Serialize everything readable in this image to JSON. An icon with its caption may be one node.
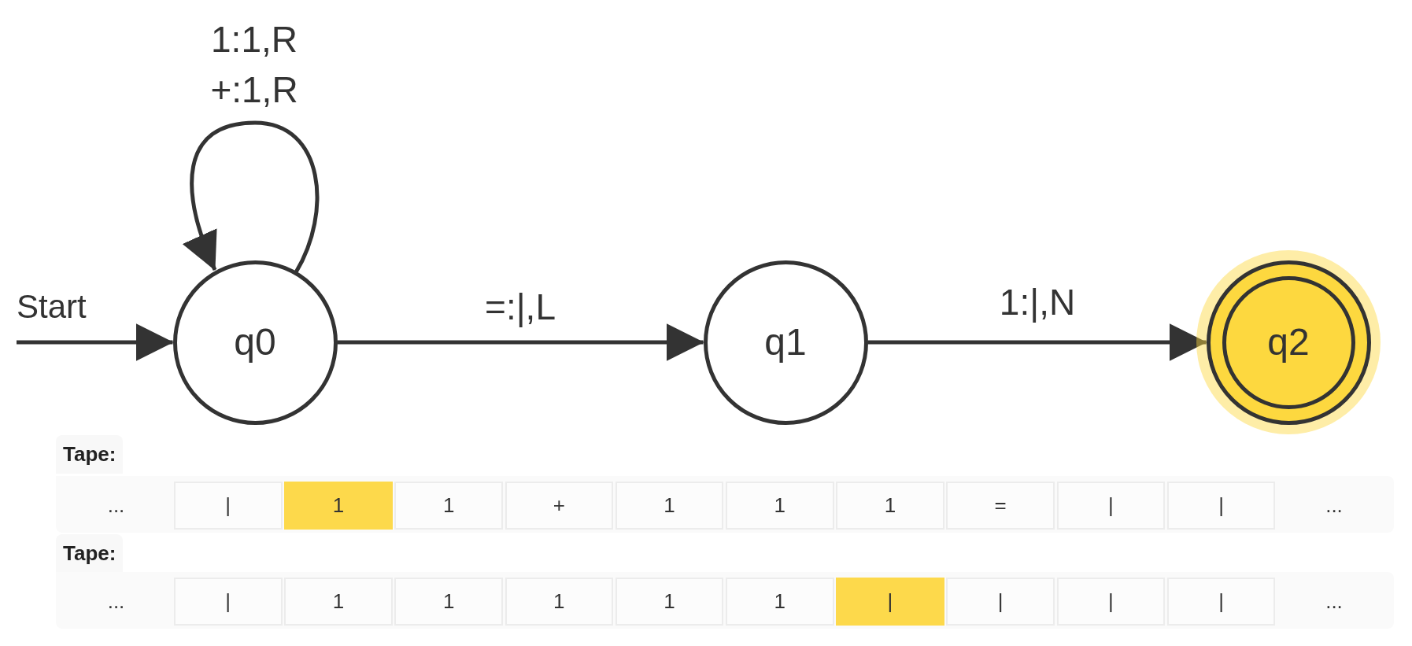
{
  "diagram": {
    "nodes": [
      {
        "text": [
          "q0"
        ]
      },
      {
        "text": [
          "q1"
        ]
      },
      {
        "text": [
          "q2"
        ]
      }
    ],
    "edges": [
      {
        "from": null,
        "to": 0,
        "arrow": "to",
        "label": "Start"
      },
      {
        "from": 0,
        "to": 0,
        "arrow": "to",
        "label": "1:1,R +:1,R"
      },
      {
        "from": 0,
        "to": 1,
        "arrow": "to",
        "label": "=:|,L"
      },
      {
        "from": 1,
        "to": 2,
        "arrow": "to",
        "label": "1:|,N"
      }
    ],
    "labels": [
      "Tape:",
      "...",
      "|",
      "1",
      "1",
      "+",
      "1",
      "1",
      "1",
      "=",
      "|",
      "|",
      "...",
      "Tape:",
      "...",
      "|",
      "1",
      "1",
      "1",
      "1",
      "1",
      "|",
      "|",
      "|",
      "|",
      "..."
    ]
  }
}
